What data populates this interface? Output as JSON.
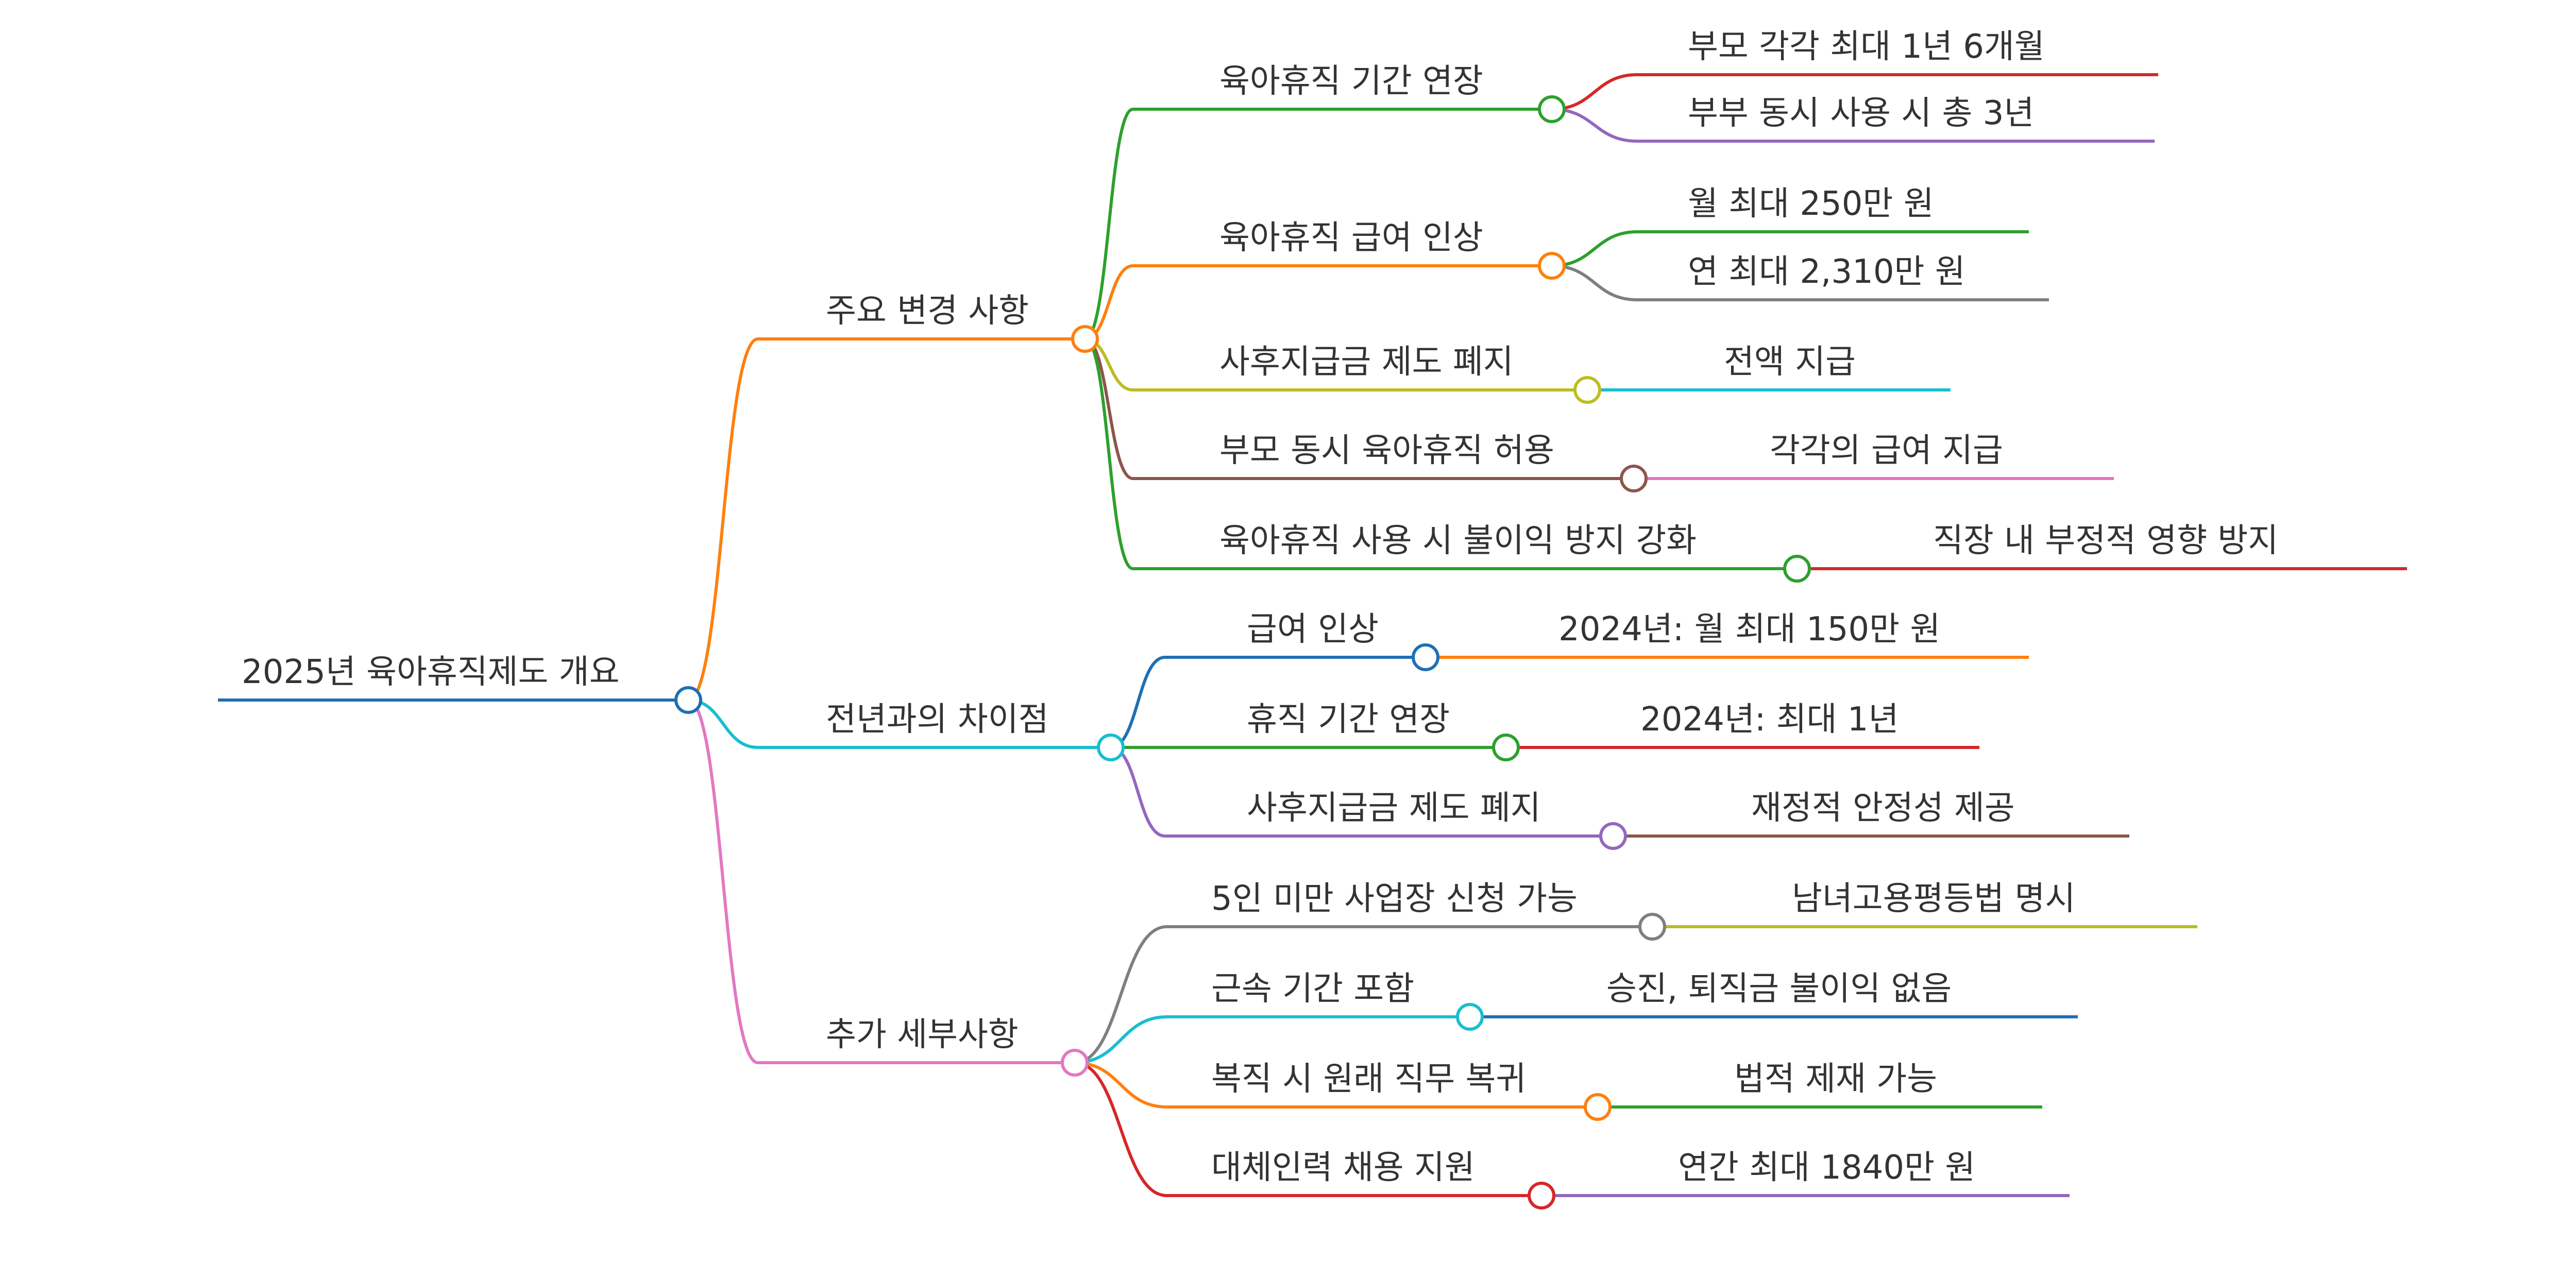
{
  "root": {
    "label": "2025년 육아휴직제도 개요",
    "color": "#1f6fb4"
  },
  "branches": [
    {
      "label": "주요 변경 사항",
      "color": "#ff7f0e",
      "children": [
        {
          "label": "육아휴직 기간 연장",
          "color": "#2ca02c",
          "leaves": [
            {
              "label": "부모 각각 최대 1년 6개월",
              "color": "#d62728"
            },
            {
              "label": "부부 동시 사용 시 총 3년",
              "color": "#9467bd"
            }
          ]
        },
        {
          "label": "육아휴직 급여 인상",
          "color": "#ff7f0e",
          "leaves": [
            {
              "label": "월 최대 250만 원",
              "color": "#2ca02c"
            },
            {
              "label": "연 최대 2,310만 원",
              "color": "#7f7f7f"
            }
          ]
        },
        {
          "label": "사후지급금 제도 폐지",
          "color": "#bcbd22",
          "leaves": [
            {
              "label": "전액 지급",
              "color": "#17becf"
            }
          ]
        },
        {
          "label": "부모 동시 육아휴직 허용",
          "color": "#8c564b",
          "leaves": [
            {
              "label": "각각의 급여 지급",
              "color": "#e377c2"
            }
          ]
        },
        {
          "label": "육아휴직 사용 시 불이익 방지 강화",
          "color": "#2ca02c",
          "leaves": [
            {
              "label": "직장 내 부정적 영향 방지",
              "color": "#d62728"
            }
          ]
        }
      ]
    },
    {
      "label": "전년과의 차이점",
      "color": "#17becf",
      "children": [
        {
          "label": "급여 인상",
          "color": "#1f6fb4",
          "leaves": [
            {
              "label": "2024년: 월 최대 150만 원",
              "color": "#ff7f0e"
            }
          ]
        },
        {
          "label": "휴직 기간 연장",
          "color": "#2ca02c",
          "leaves": [
            {
              "label": "2024년: 최대 1년",
              "color": "#d62728"
            }
          ]
        },
        {
          "label": "사후지급금 제도 폐지",
          "color": "#9467bd",
          "leaves": [
            {
              "label": "재정적 안정성 제공",
              "color": "#8c564b"
            }
          ]
        }
      ]
    },
    {
      "label": "추가 세부사항",
      "color": "#e377c2",
      "children": [
        {
          "label": "5인 미만 사업장 신청 가능",
          "color": "#7f7f7f",
          "leaves": [
            {
              "label": "남녀고용평등법 명시",
              "color": "#bcbd22"
            }
          ]
        },
        {
          "label": "근속 기간 포함",
          "color": "#17becf",
          "leaves": [
            {
              "label": "승진, 퇴직금 불이익 없음",
              "color": "#1f6fb4"
            }
          ]
        },
        {
          "label": "복직 시 원래 직무 복귀",
          "color": "#ff7f0e",
          "leaves": [
            {
              "label": "법적 제재 가능",
              "color": "#2ca02c"
            }
          ]
        },
        {
          "label": "대체인력 채용 지원",
          "color": "#d62728",
          "leaves": [
            {
              "label": "연간 최대 1840만 원",
              "color": "#9467bd"
            }
          ]
        }
      ]
    }
  ]
}
